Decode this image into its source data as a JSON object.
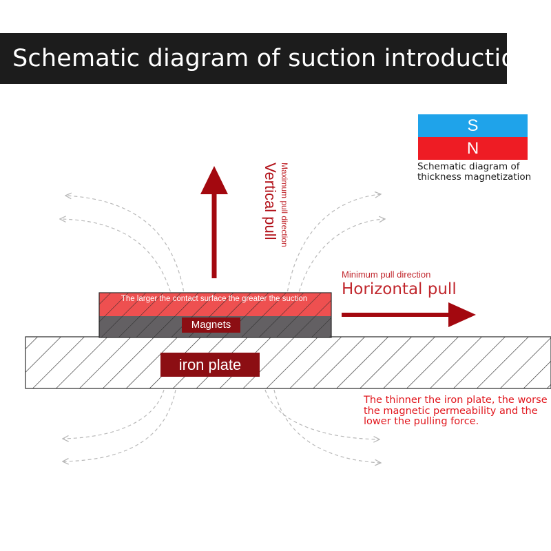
{
  "title": "Schematic diagram of suction introduction",
  "legend": {
    "south": "S",
    "north": "N",
    "caption": "Schematic diagram of thickness magnetization",
    "south_color": "#1fa3ea",
    "north_color": "#ee1c24"
  },
  "vertical": {
    "small": "Maximum pull direction",
    "big": "Vertical pull"
  },
  "horizontal": {
    "small": "Minimum pull direction",
    "big": "Horizontal pull"
  },
  "magnet": {
    "contact_text": "The larger the contact surface the greater the suction",
    "label": "Magnets",
    "top_color": "#ee5050",
    "bottom_color": "#636063"
  },
  "iron_plate": {
    "label": "iron plate"
  },
  "note": "The thinner the iron plate, the worse the magnetic permeability and the lower the pulling force.",
  "colors": {
    "arrow": "#a3080f",
    "label_bg": "#8c0e13",
    "field_line": "#b8b8b8"
  }
}
